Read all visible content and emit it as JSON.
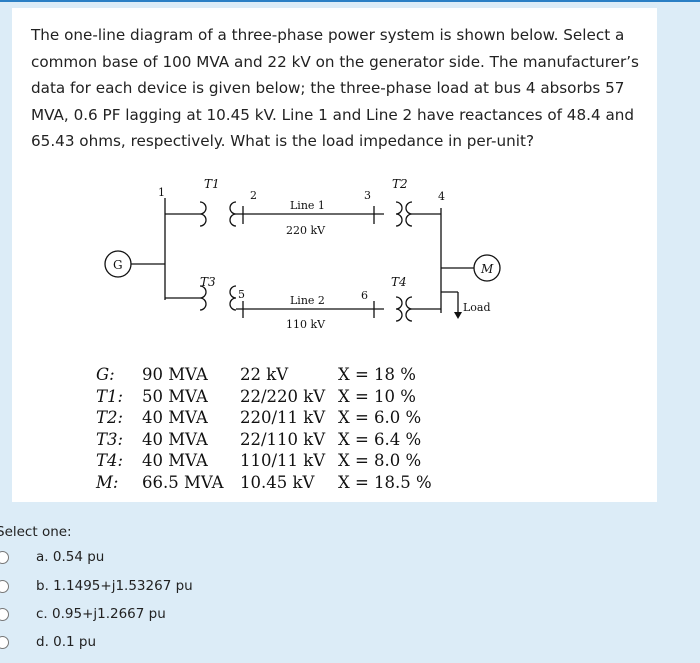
{
  "question": {
    "text": "The one-line diagram of a three-phase power system is shown below. Select a common base of 100 MVA and 22 kV on the generator side. The manufacturer’s data for each device is given below; the three-phase load at bus 4 absorbs 57 MVA, 0.6 PF lagging at 10.45 kV. Line 1 and Line 2 have reactances of 48.4 and 65.43 ohms, respectively. What is the load impedance in per-unit?"
  },
  "diagram": {
    "bus1": "1",
    "bus2": "2",
    "bus3": "3",
    "bus4": "4",
    "bus5": "5",
    "bus6": "6",
    "t1": "T1",
    "t2": "T2",
    "t3": "T3",
    "t4": "T4",
    "line1_name": "Line 1",
    "line1_kv": "220 kV",
    "line2_name": "Line 2",
    "line2_kv": "110 kV",
    "generator": "G",
    "motor": "M",
    "load": "Load"
  },
  "ratings": [
    {
      "device": "G:",
      "mva": "90 MVA",
      "kv": "22 kV",
      "x": "X = 18 %"
    },
    {
      "device": "T1:",
      "mva": "50 MVA",
      "kv": "22/220 kV",
      "x": "X = 10 %"
    },
    {
      "device": "T2:",
      "mva": "40 MVA",
      "kv": "220/11 kV",
      "x": "X = 6.0 %"
    },
    {
      "device": "T3:",
      "mva": "40 MVA",
      "kv": "22/110 kV",
      "x": "X = 6.4 %"
    },
    {
      "device": "T4:",
      "mva": "40 MVA",
      "kv": "110/11 kV",
      "x": "X = 8.0 %"
    },
    {
      "device": "M:",
      "mva": "66.5 MVA",
      "kv": "10.45 kV",
      "x": "X = 18.5 %"
    }
  ],
  "select_label": "Select one:",
  "options": [
    {
      "label": "a. 0.54 pu"
    },
    {
      "label": "b. 1.1495+j1.53267 pu"
    },
    {
      "label": "c. 0.95+j1.2667 pu"
    },
    {
      "label": "d. 0.1 pu"
    }
  ]
}
